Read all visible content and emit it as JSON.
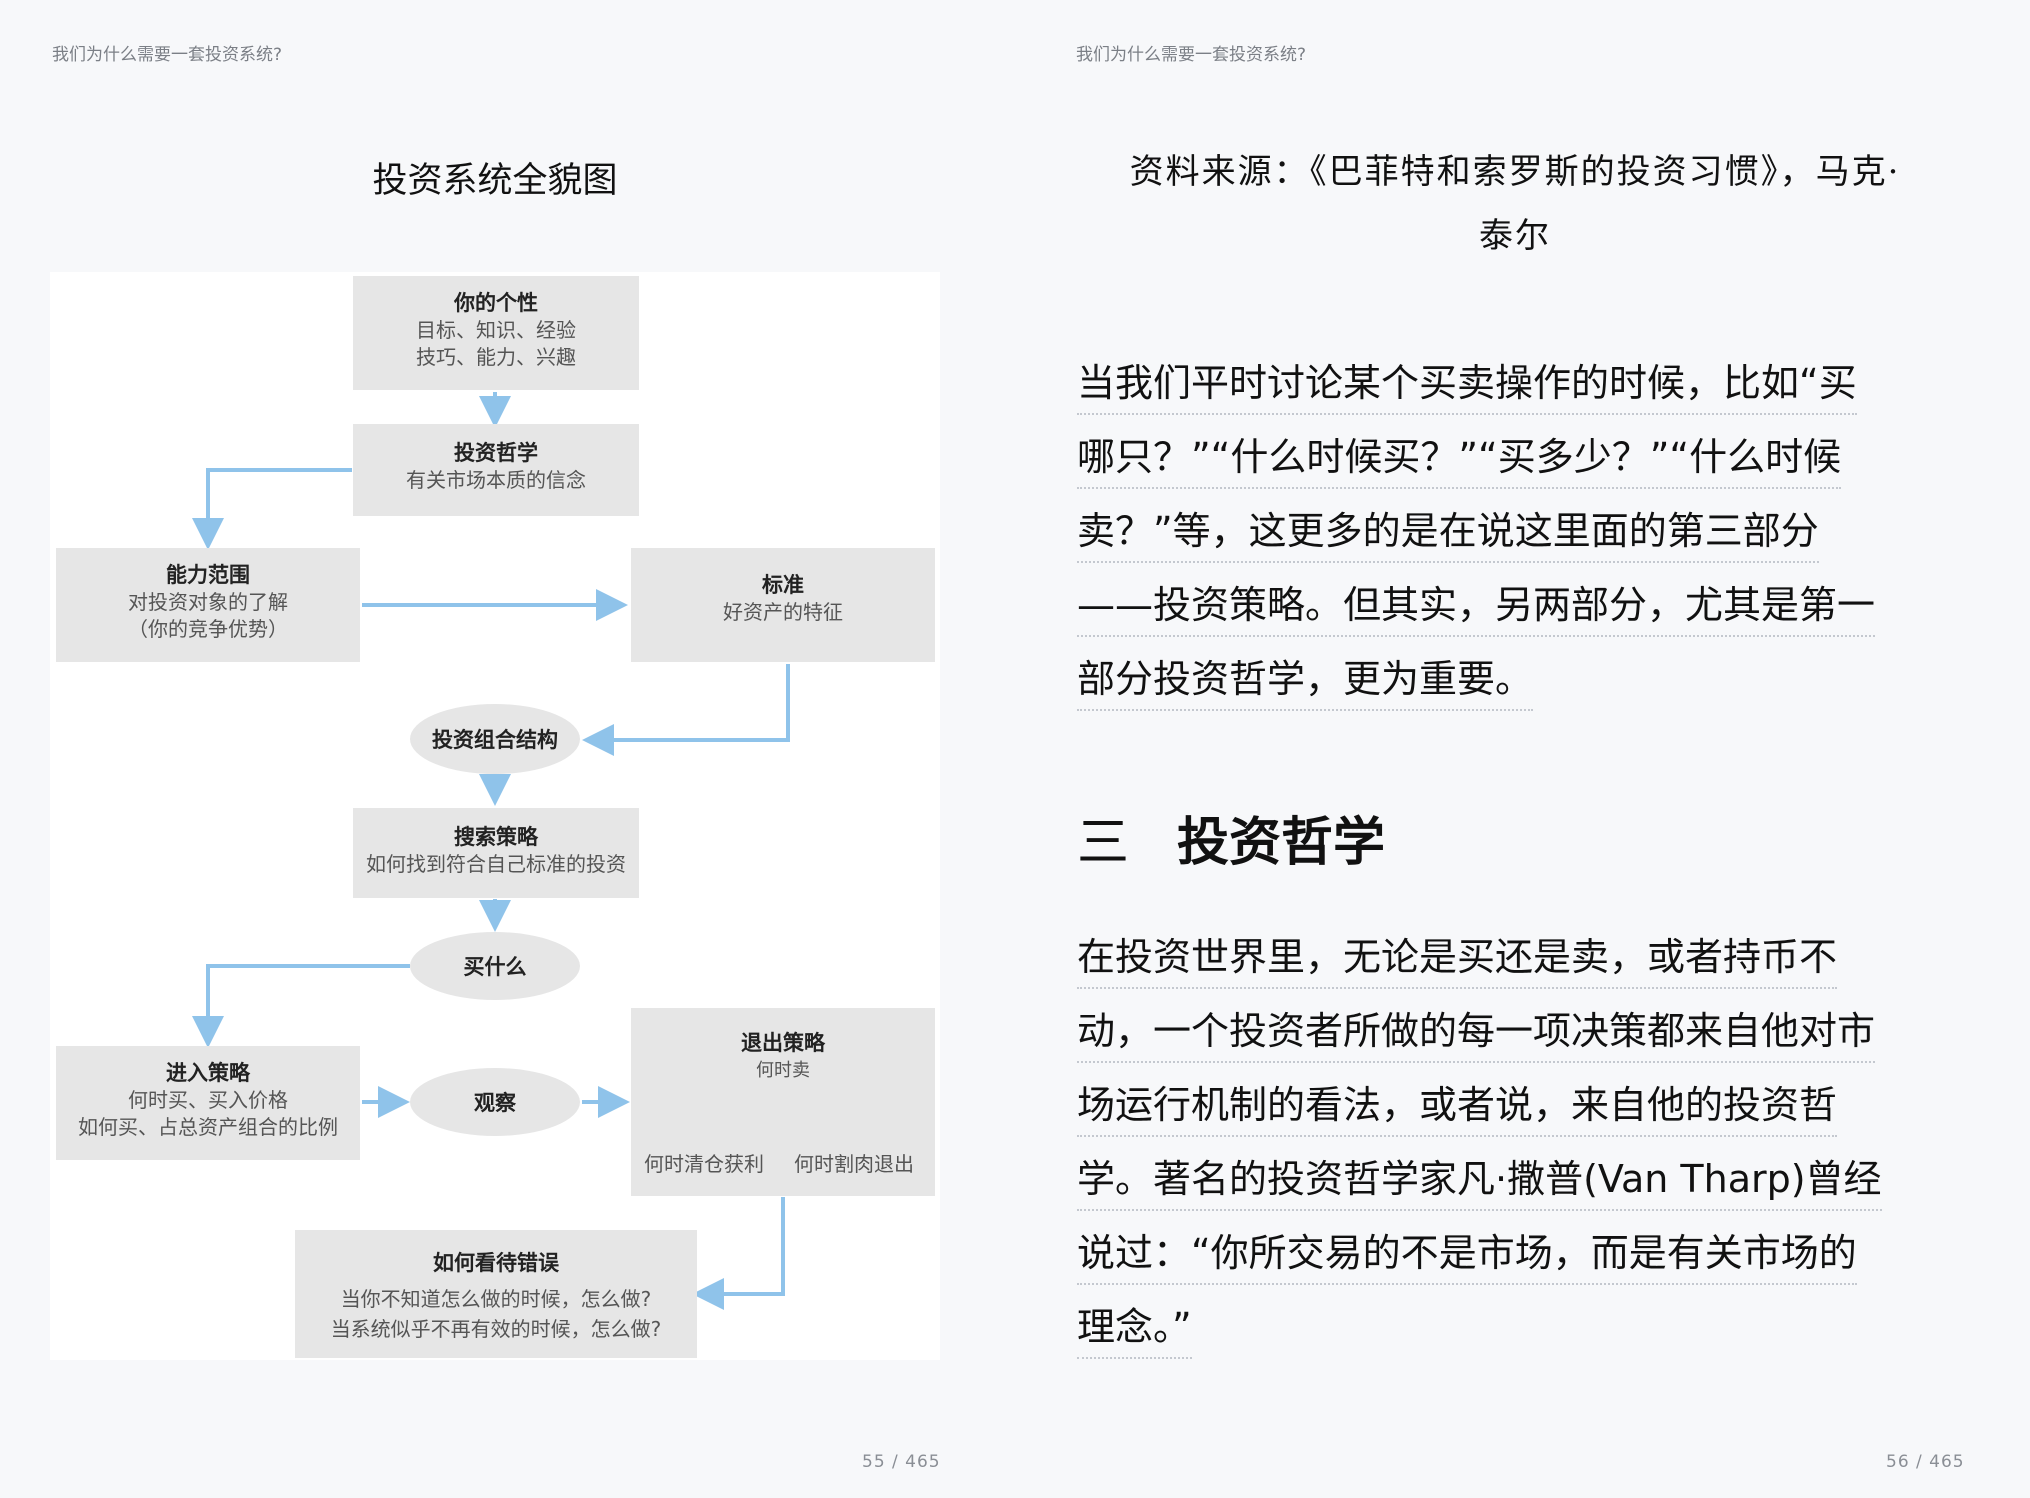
{
  "left_page": {
    "header": "我们为什么需要一套投资系统?",
    "figure_title": "投资系统全貌图",
    "page_number": "55 / 465"
  },
  "diagram": {
    "personality": {
      "title": "你的个性",
      "line1": "目标、知识、经验",
      "line2": "技巧、能力、兴趣"
    },
    "philosophy": {
      "title": "投资哲学",
      "line1": "有关市场本质的信念"
    },
    "competence": {
      "title": "能力范围",
      "line1": "对投资对象的了解",
      "line2": "（你的竞争优势）"
    },
    "standard": {
      "title": "标准",
      "line1": "好资产的特征"
    },
    "portfolio": "投资组合结构",
    "search": {
      "title": "搜索策略",
      "line1": "如何找到符合自己标准的投资"
    },
    "what_to_buy": "买什么",
    "entry": {
      "title": "进入策略",
      "line1": "何时买、买入价格",
      "line2": "如何买、占总资产组合的比例"
    },
    "observe": "观察",
    "exit": {
      "title": "退出策略",
      "line1": "何时卖",
      "branch_left": "何时清仓获利",
      "branch_right": "何时割肉退出"
    },
    "mistakes": {
      "title": "如何看待错误",
      "line1": "当你不知道怎么做的时候，怎么做?",
      "line2": "当系统似乎不再有效的时候，怎么做?"
    },
    "arrow_color": "#8fc3ea",
    "box_color": "#e6e6e6"
  },
  "right_page": {
    "header": "我们为什么需要一套投资系统?",
    "source_line1": "资料来源：《巴菲特和索罗斯的投资习惯》，马克·",
    "source_line2": "泰尔",
    "para1_lines": [
      "当我们平时讨论某个买卖操作的时候，比如“买",
      "哪只？”“什么时候买？”“买多少？”“什么时候",
      "卖？”等，这更多的是在说这里面的第三部分",
      "——投资策略。但其实，另两部分，尤其是第一",
      "部分投资哲学，更为重要。"
    ],
    "section_number": "三",
    "section_title": "投资哲学",
    "para2_lines": [
      "在投资世界里，无论是买还是卖，或者持币不",
      "动，一个投资者所做的每一项决策都来自他对市",
      "场运行机制的看法，或者说，来自他的投资哲",
      "学。著名的投资哲学家凡·撒普(Van Tharp)曾经",
      "说过：“你所交易的不是市场，而是有关市场的",
      "理念。”"
    ],
    "page_number": "56 / 465"
  }
}
